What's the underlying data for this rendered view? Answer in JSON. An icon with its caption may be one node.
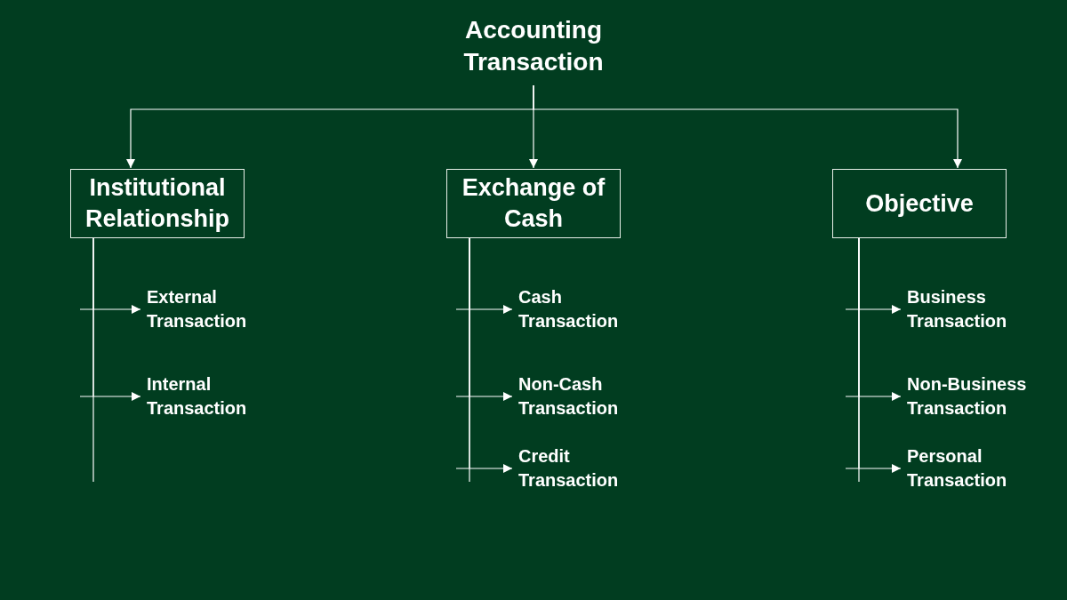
{
  "diagram": {
    "nodes": [
      {
        "text": [
          "Accounting Transaction"
        ]
      },
      {
        "text": [
          "Institutional Relationship"
        ]
      },
      {
        "text": [
          "Exchange of Cash"
        ]
      },
      {
        "text": [
          "Objective"
        ]
      },
      {
        "text": [
          "External Transaction"
        ]
      },
      {
        "text": [
          "Internal Transaction"
        ]
      },
      {
        "text": [
          "Cash Transaction"
        ]
      },
      {
        "text": [
          "Non-Cash Transaction"
        ]
      },
      {
        "text": [
          "Credit Transaction"
        ]
      },
      {
        "text": [
          "Business Transaction"
        ]
      },
      {
        "text": [
          "Non-Business Transaction"
        ]
      },
      {
        "text": [
          "Personal Transaction"
        ]
      }
    ],
    "edges": [
      {
        "from": 0,
        "to": 1,
        "arrow": "to"
      },
      {
        "from": 0,
        "to": 2,
        "arrow": "to"
      },
      {
        "from": 0,
        "to": 3,
        "arrow": "to"
      },
      {
        "from": 1,
        "to": 4,
        "arrow": "to"
      },
      {
        "from": 1,
        "to": 5,
        "arrow": "to"
      },
      {
        "from": 2,
        "to": 6,
        "arrow": "to"
      },
      {
        "from": 2,
        "to": 7,
        "arrow": "to"
      },
      {
        "from": 2,
        "to": 8,
        "arrow": "to"
      },
      {
        "from": 3,
        "to": 9,
        "arrow": "to"
      },
      {
        "from": 3,
        "to": 10,
        "arrow": "to"
      },
      {
        "from": 3,
        "to": 11,
        "arrow": "to"
      }
    ]
  }
}
